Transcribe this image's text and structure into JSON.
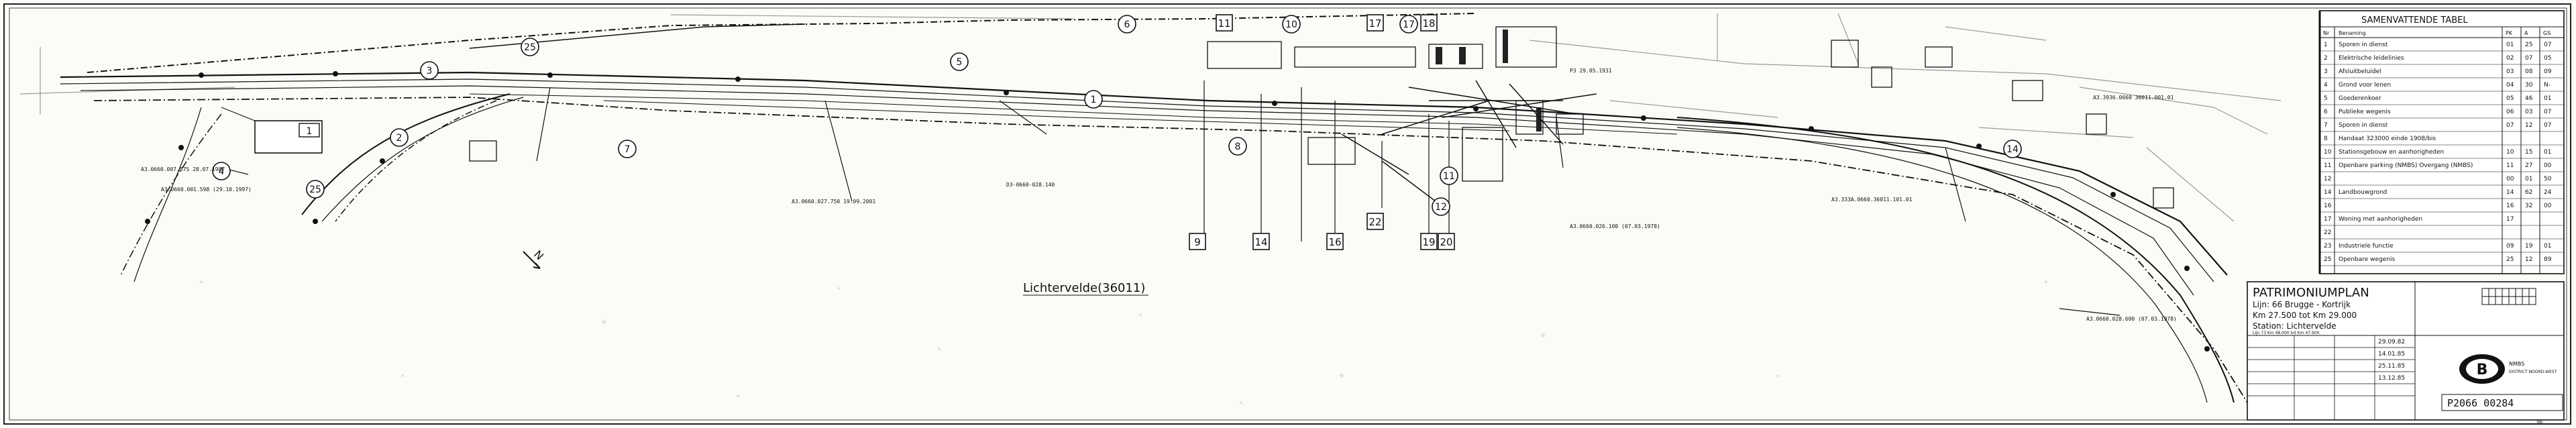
{
  "drawing": {
    "station_label": "Lichtervelde(36011)",
    "north_marker": "N",
    "region_markers": [
      "1",
      "2",
      "3",
      "4",
      "5",
      "6",
      "7",
      "8",
      "9",
      "10",
      "11",
      "12",
      "14",
      "16",
      "17",
      "18",
      "19",
      "20",
      "22",
      "25"
    ],
    "callouts": [
      "A3.0660.007.875 28.07.1987",
      "A3.0660.001.598 (29.10.1997)",
      "A3.0660.027.750 19.09.2001",
      "D3-0660-028.140",
      "A3.0660.026.100 (07.03.1978)",
      "A3.333A.0660.36011.101.01",
      "A3.3936.0660 36011.001.01",
      "A3.0660.028.600 (07.03.1978)",
      "P3 29.05.1931"
    ]
  },
  "summary_table": {
    "title": "SAMENVATTENDE TABEL",
    "header": {
      "nr": "Nr",
      "description": "Benaming",
      "col_a": "PK",
      "col_b": "A",
      "col_c": "GS"
    },
    "rows": [
      {
        "nr": "1",
        "desc": "Sporen in dienst",
        "a": "01",
        "b": "25",
        "c": "07"
      },
      {
        "nr": "2",
        "desc": "Elektrische leidelinies",
        "a": "02",
        "b": "07",
        "c": "05"
      },
      {
        "nr": "3",
        "desc": "Afsluitbeluidel",
        "a": "03",
        "b": "08",
        "c": "09"
      },
      {
        "nr": "4",
        "desc": "Grond voor lenen",
        "a": "04",
        "b": "30",
        "c": "N-"
      },
      {
        "nr": "5",
        "desc": "Goederenkoer",
        "a": "05",
        "b": "46",
        "c": "01"
      },
      {
        "nr": "6",
        "desc": "Publieke wegenis",
        "a": "06",
        "b": "03",
        "c": "07"
      },
      {
        "nr": "7",
        "desc": "Sporen in dienst",
        "a": "07",
        "b": "12",
        "c": "07"
      },
      {
        "nr": "8",
        "desc": "Handaat 323000 einde 1908/bis",
        "a": "",
        "b": "",
        "c": ""
      },
      {
        "nr": "10",
        "desc": "Stationsgebouw en aanhorigheden",
        "a": "10",
        "b": "15",
        "c": "01"
      },
      {
        "nr": "11",
        "desc": "Openbare parking (NMBS) Overgang (NMBS)",
        "a": "11",
        "b": "27",
        "c": "00"
      },
      {
        "nr": "12",
        "desc": "",
        "a": "00",
        "b": "01",
        "c": "50"
      },
      {
        "nr": "14",
        "desc": "Landbouwgrond",
        "a": "14",
        "b": "62",
        "c": "24"
      },
      {
        "nr": "16",
        "desc": "",
        "a": "16",
        "b": "32",
        "c": "00"
      },
      {
        "nr": "17",
        "desc": "Woning met aanhorigheden",
        "a": "17",
        "b": "",
        "c": ""
      },
      {
        "nr": "22",
        "desc": "",
        "a": "",
        "b": "",
        "c": ""
      },
      {
        "nr": "23",
        "desc": "Industriele functie",
        "a": "09",
        "b": "19",
        "c": "01"
      },
      {
        "nr": "25",
        "desc": "Openbare wegenis",
        "a": "25",
        "b": "12",
        "c": "89"
      }
    ]
  },
  "title_block": {
    "title": "PATRIMONIUMPLAN",
    "line": "Lijn: 66 Brugge - Kortrijk",
    "km": "Km 27.500 tot Km 29.000",
    "station": "Station: Lichtervelde",
    "sub": "Lijn 73 Km 48.000 tot Km 47.900",
    "dates": [
      "29.09.82",
      "14.01.85",
      "25.11.85",
      "13.12.85"
    ],
    "logo_letter": "B",
    "plan_number": "P2066 00284",
    "nmbs": "NMBS",
    "district": "DISTRICT NOORD-WEST"
  },
  "sheet_number": "36"
}
